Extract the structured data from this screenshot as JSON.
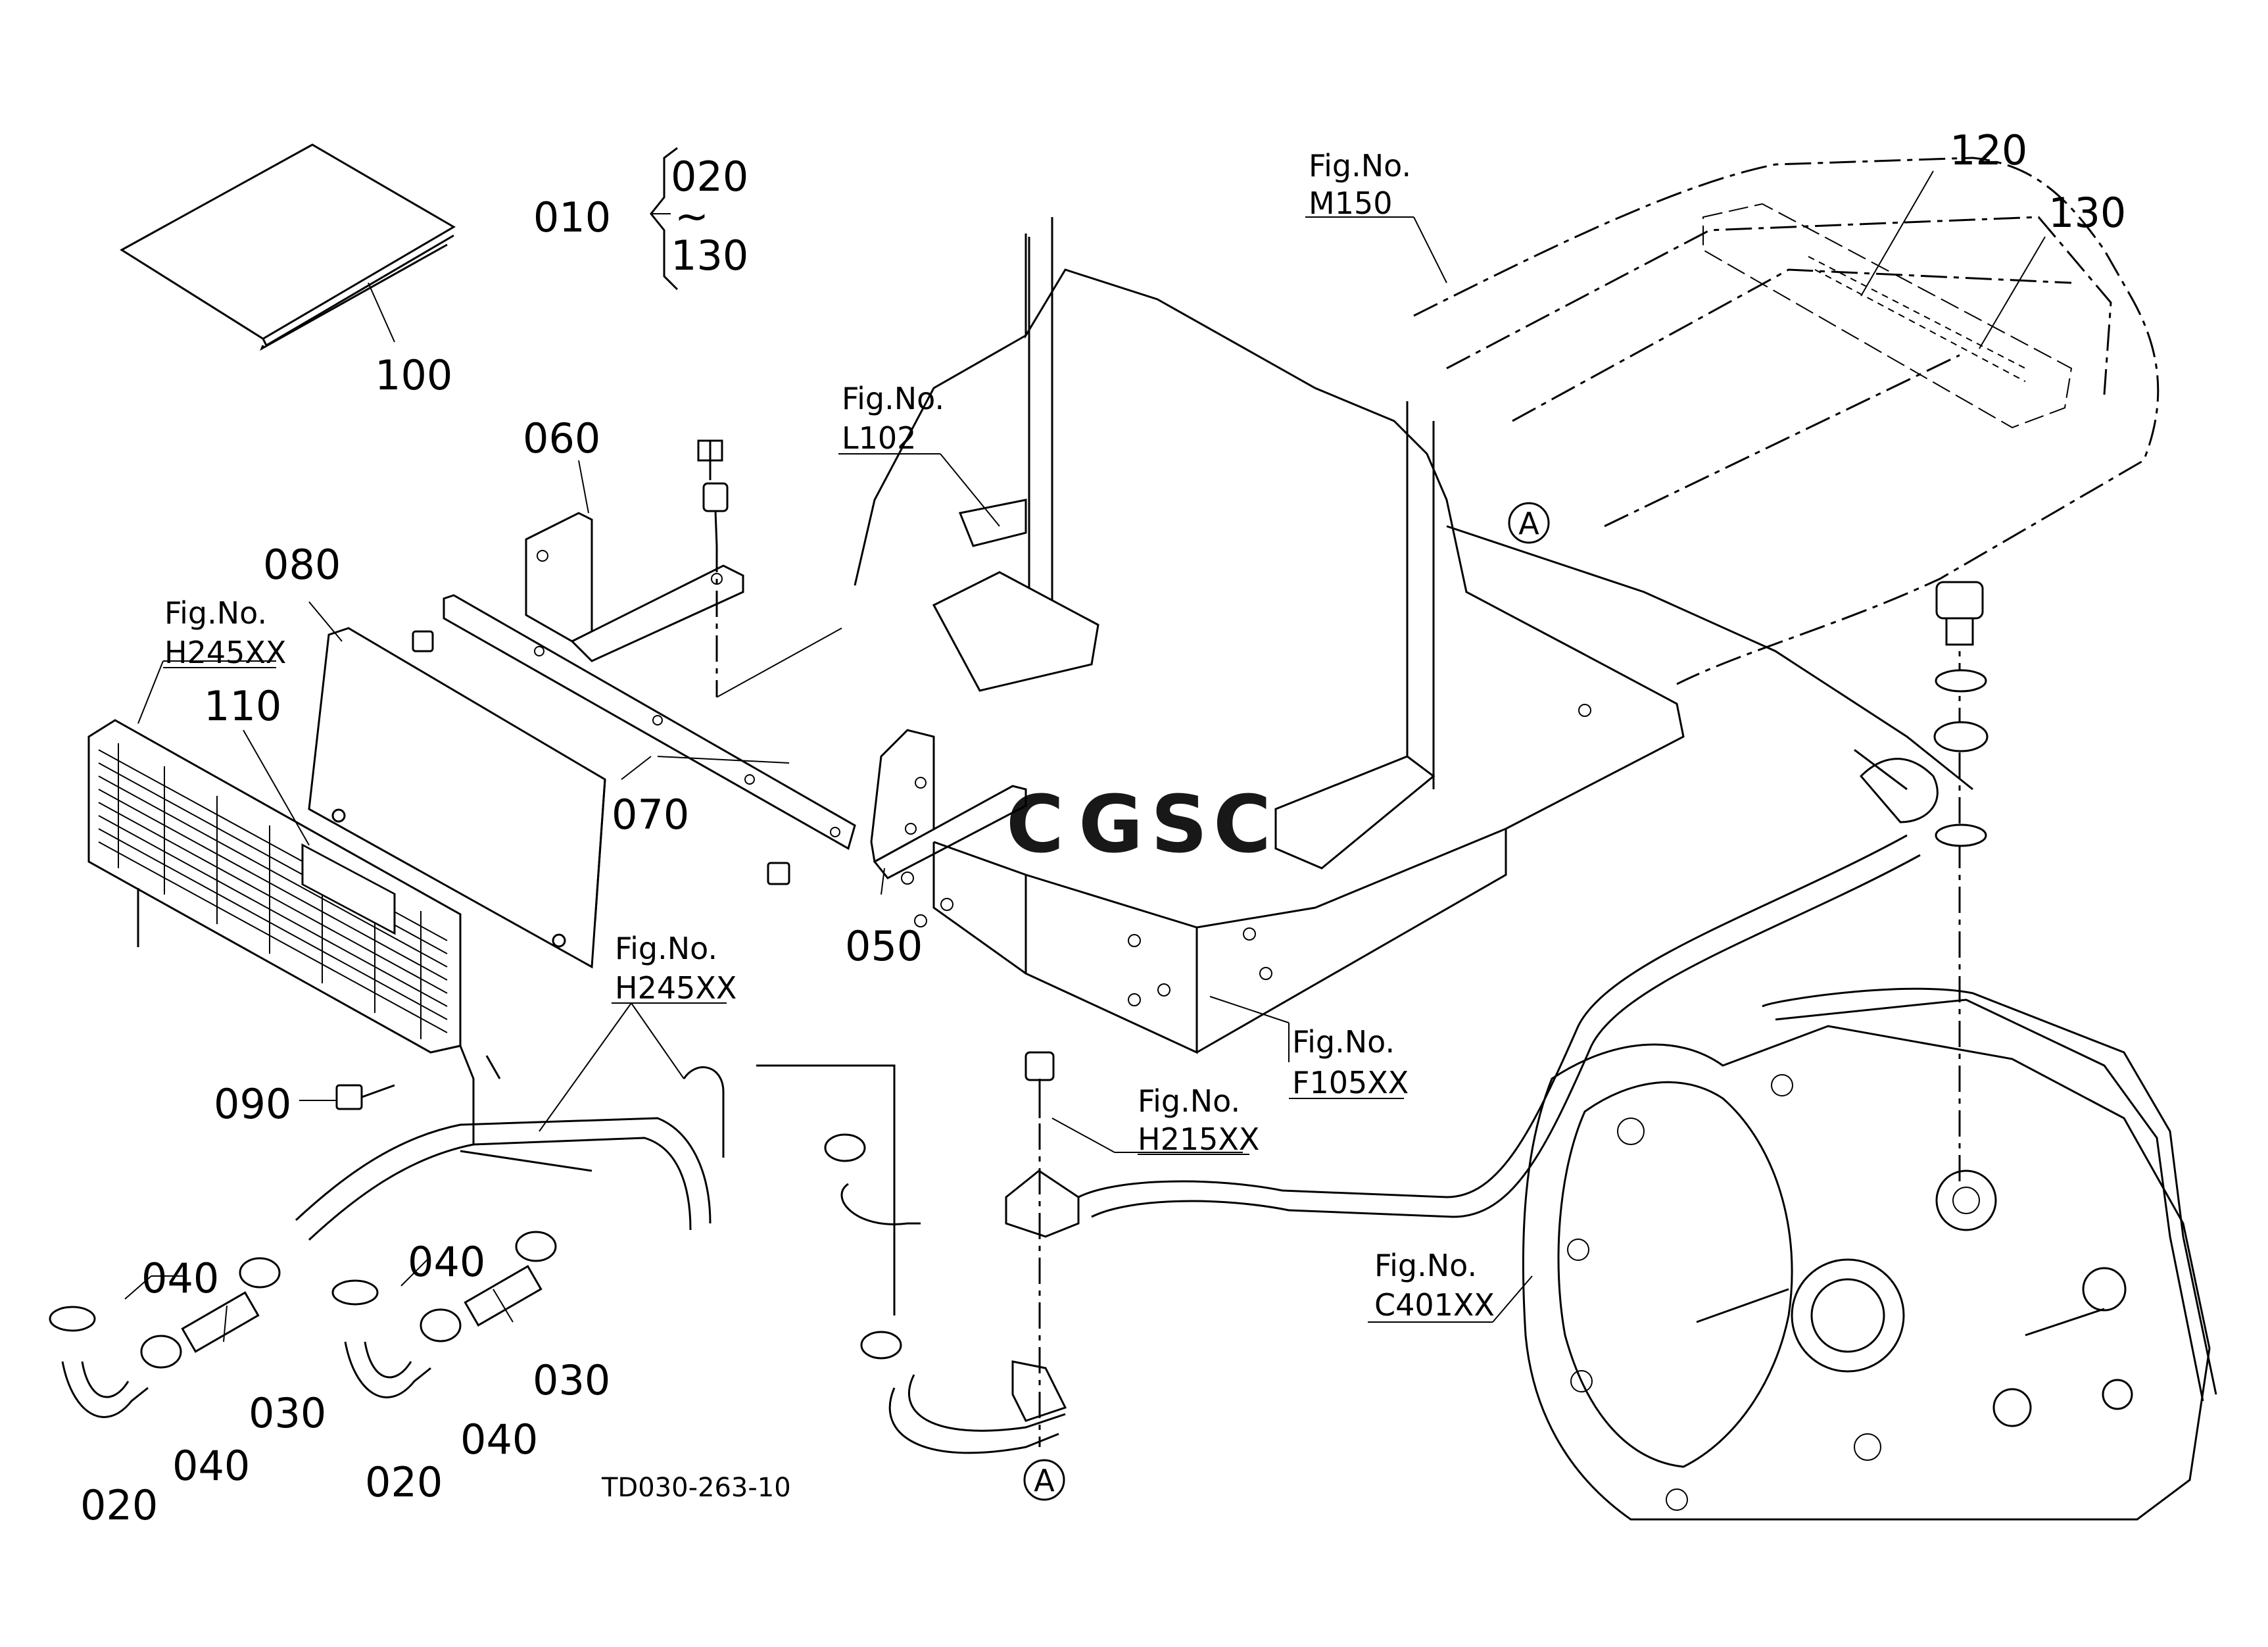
{
  "diagram": {
    "code": "TD030-263-10",
    "watermark": {
      "letters": [
        "C",
        "G",
        "S",
        "C"
      ],
      "colors": [
        "#4f7fe0",
        "#e8746a",
        "#f2c24a",
        "#5ab47a"
      ]
    },
    "kit": {
      "set_no": "010",
      "range_start": "020",
      "range_tilde": "~",
      "range_end": "130"
    },
    "parts": {
      "p100": "100",
      "p060": "060",
      "p080": "080",
      "p110": "110",
      "p070": "070",
      "p050": "050",
      "p090": "090",
      "p120": "120",
      "p130": "130",
      "p040a": "040",
      "p040b": "040",
      "p040c": "040",
      "p040d": "040",
      "p030a": "030",
      "p030b": "030",
      "p020a": "020",
      "p020b": "020"
    },
    "fig_refs": {
      "m150": {
        "label": "Fig.No.",
        "ref": "M150"
      },
      "l102": {
        "label": "Fig.No.",
        "ref": "L102"
      },
      "h245_top": {
        "label": "Fig.No.",
        "ref": "H245XX"
      },
      "h245_mid": {
        "label": "Fig.No.",
        "ref": "H245XX"
      },
      "f105": {
        "label": "Fig.No.",
        "ref": "F105XX"
      },
      "h215": {
        "label": "Fig.No.",
        "ref": "H215XX"
      },
      "c401": {
        "label": "Fig.No.",
        "ref": "C401XX"
      }
    },
    "markers": {
      "a_top": "A",
      "a_bottom": "A"
    }
  }
}
